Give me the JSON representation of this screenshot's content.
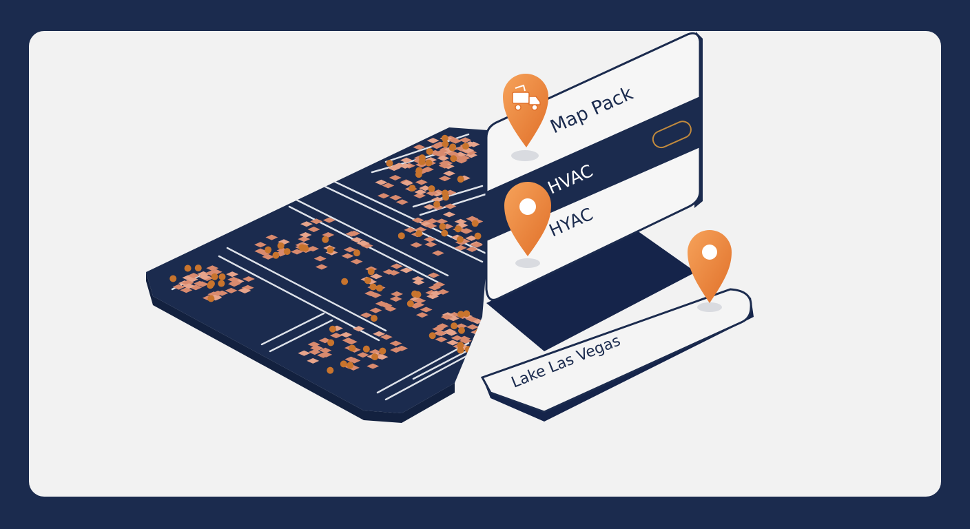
{
  "colors": {
    "frame": "#1b2b4e",
    "panel": "#f2f2f2",
    "navy": "#1b2b4e",
    "house": "#d98a6e",
    "tree": "#c8742d",
    "pin": "#f08a3a",
    "road": "#dfe3ea"
  },
  "map_card": {
    "title": "Map Pack",
    "rows": [
      {
        "label": "HVAC",
        "style": "highlighted"
      },
      {
        "label": "HYAC",
        "style": "plain"
      }
    ]
  },
  "location_card": {
    "label": "Lake Las Vegas"
  },
  "pins": [
    {
      "name": "truck-pin",
      "icon": "truck-icon"
    },
    {
      "name": "hvac-pin",
      "icon": "dot-icon"
    },
    {
      "name": "location-pin",
      "icon": "dot-icon"
    }
  ]
}
